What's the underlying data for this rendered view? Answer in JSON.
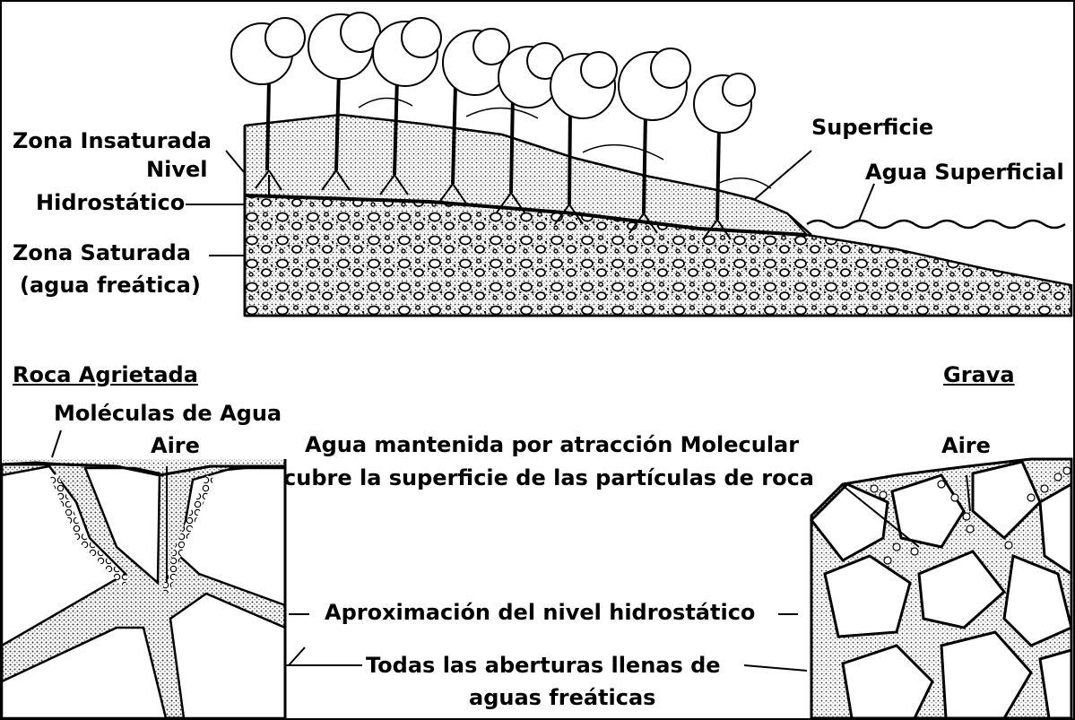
{
  "top_panel": {
    "unsaturated_zone": "Zona Insaturada",
    "water_table_1": "Nivel",
    "water_table_2": "Hidrostático",
    "saturated_zone": "Zona Saturada",
    "groundwater": "(agua freática)",
    "surface": "Superficie",
    "surface_water": "Agua Superficial"
  },
  "bottom_panel": {
    "fractured_rock": "Roca Agrietada",
    "gravel": "Grava",
    "water_molecules": "Moléculas de Agua",
    "air_left": "Aire",
    "air_right": "Aire",
    "held_water_1": "Agua mantenida por atracción Molecular",
    "held_water_2": "cubre la superficie de las partículas de roca",
    "water_table_approx": "Aproximación del nivel hidrostático",
    "openings_1": "Todas las aberturas llenas de",
    "openings_2": "aguas freáticas"
  },
  "colors": {
    "ink": "#000000",
    "paper": "#ffffff",
    "stipple": "#555555"
  }
}
